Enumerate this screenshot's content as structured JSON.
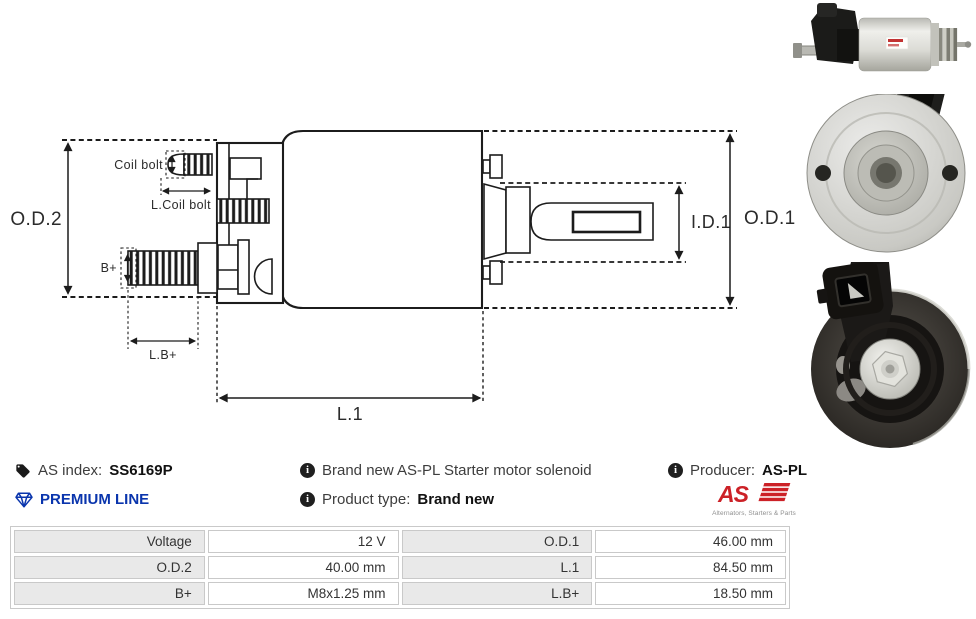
{
  "info": {
    "info_char": "i",
    "as_index_label": "AS index:",
    "as_index_value": "SS6169P",
    "premium_line_label": "PREMIUM LINE",
    "description": "Brand new AS-PL Starter motor solenoid",
    "product_type_label": "Product type:",
    "product_type_value": "Brand new",
    "producer_label": "Producer:",
    "producer_value": "AS-PL"
  },
  "logo": {
    "text": "AS",
    "subtext": "Alternators, Starters & Parts"
  },
  "diagram": {
    "labels": {
      "od2": "O.D.2",
      "od1": "O.D.1",
      "id1": "I.D.1",
      "l1": "L.1",
      "coil_bolt": "Coil bolt",
      "l_coil_bolt": "L.Coil bolt",
      "b_plus": "B+",
      "l_b_plus": "L.B+"
    }
  },
  "specs": {
    "rows": [
      {
        "label1": "Voltage",
        "value1": "12 V",
        "label2": "O.D.1",
        "value2": "46.00 mm"
      },
      {
        "label1": "O.D.2",
        "value1": "40.00 mm",
        "label2": "L.1",
        "value2": "84.50 mm"
      },
      {
        "label1": "B+",
        "value1": "M8x1.25 mm",
        "label2": "L.B+",
        "value2": "18.50 mm"
      }
    ]
  },
  "colors": {
    "premium_blue": "#0a35ad",
    "logo_red": "#cc2127",
    "table_label_bg": "#e9e9e9",
    "table_border": "#c9c9c9",
    "drawing_ink": "#1c1c1c"
  }
}
